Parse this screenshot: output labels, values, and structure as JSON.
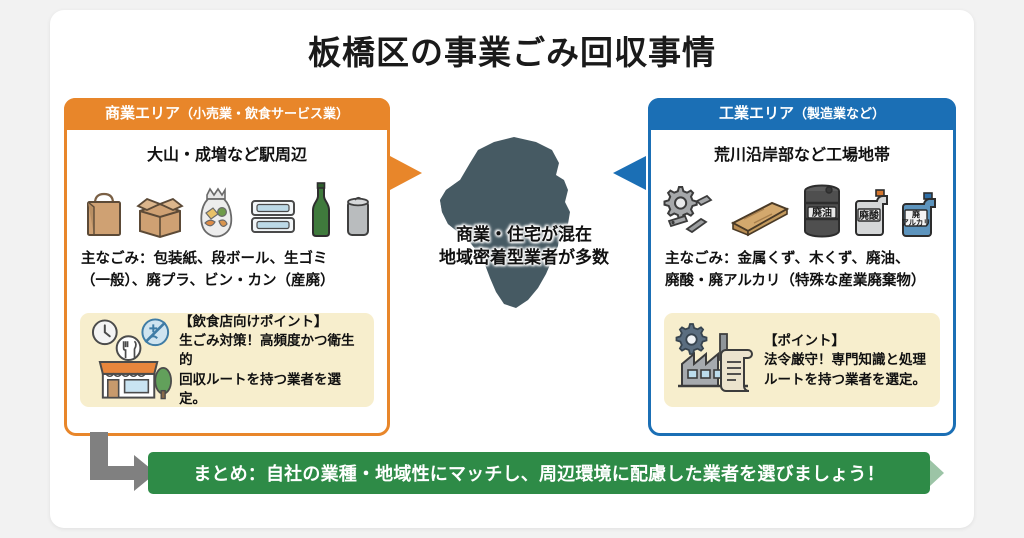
{
  "title": "板橋区の事業ごみ回収事情",
  "colors": {
    "commercial": "#e8862a",
    "industrial": "#1b6fb5",
    "summary": "#2e8b47",
    "map": "#465a63",
    "point_box": "#f7eecd",
    "canvas": "#ffffff",
    "page_background": "#f2f2f2"
  },
  "commercial_panel": {
    "header_title": "商業エリア",
    "header_sub": "（小売業・飲食サービス業）",
    "area_label": "大山・成増など駅周辺",
    "icons": [
      "shopping-bag-icon",
      "cardboard-box-icon",
      "food-waste-bag-icon",
      "food-container-icon",
      "green-bottle-icon",
      "aluminum-can-icon"
    ],
    "waste_line1": "主なごみ：包装紙、段ボール、生ゴミ",
    "waste_line2": "（一般）、廃プラ、ビン・カン（産廃）",
    "point_icons": [
      "clock-icon",
      "no-odor-icon",
      "restaurant-shop-icon",
      "tree-icon"
    ],
    "point_title": "【飲食店向けポイント】",
    "point_line1": "生ごみ対策！高頻度かつ衛生的",
    "point_line2": "回収ルートを持つ業者を選定。"
  },
  "industrial_panel": {
    "header_title": "工業エリア",
    "header_sub": "（製造業など）",
    "area_label": "荒川沿岸部など工場地帯",
    "icons": [
      "gear-metal-scrap-icon",
      "wood-plank-icon",
      "waste-oil-drum-icon",
      "waste-acid-container-icon",
      "waste-alkali-container-icon"
    ],
    "drum_label": "廃油",
    "acid_label": "廃酸",
    "alkali_label_line1": "廃",
    "alkali_label_line2": "アルカリ",
    "waste_line1": "主なごみ：金属くず、木くず、廃油、",
    "waste_line2": "廃酸・廃アルカリ（特殊な産業廃棄物）",
    "point_icons": [
      "gear-icon",
      "factory-icon",
      "document-scroll-icon"
    ],
    "point_title": "【ポイント】",
    "point_line1": "法令厳守！専門知識と処理",
    "point_line2": "ルートを持つ業者を選定。"
  },
  "center": {
    "map_name": "itabashi-ward-map",
    "caption_line1": "商業・住宅が混在",
    "caption_line2": "地域密着型業者が多数",
    "arrow_left_name": "orange-arrow-right",
    "arrow_right_name": "blue-arrow-left"
  },
  "summary": {
    "text": "まとめ：自社の業種・地域性にマッチし、周辺環境に配慮した業者を選びましょう！"
  }
}
